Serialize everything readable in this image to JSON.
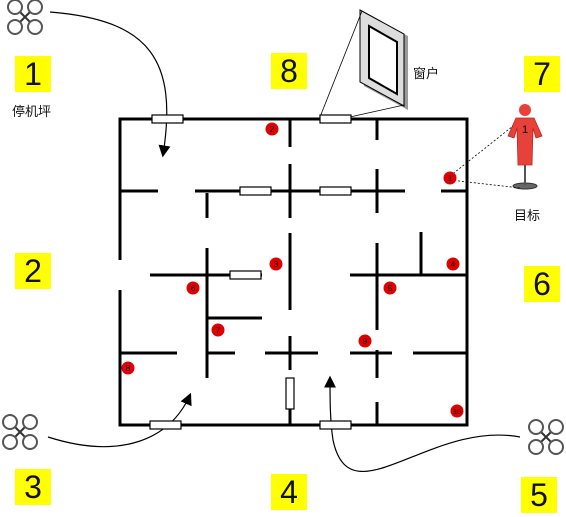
{
  "labels": {
    "helipad": "停机坪",
    "window": "窗户",
    "target": "目标",
    "target_marker": "1"
  },
  "zones": [
    "1",
    "2",
    "3",
    "4",
    "5",
    "6",
    "7",
    "8"
  ],
  "room_markers": [
    "2",
    "1",
    "3",
    "4",
    "5",
    "6",
    "7",
    "8",
    "9",
    "10"
  ],
  "colors": {
    "zone_fill": "#ffff00",
    "marker_fill": "#e00000",
    "wall": "#000000",
    "target": "#e8413a"
  },
  "icons": [
    "drone-icon",
    "drone-icon",
    "drone-icon",
    "window-icon",
    "target-dummy-icon"
  ]
}
